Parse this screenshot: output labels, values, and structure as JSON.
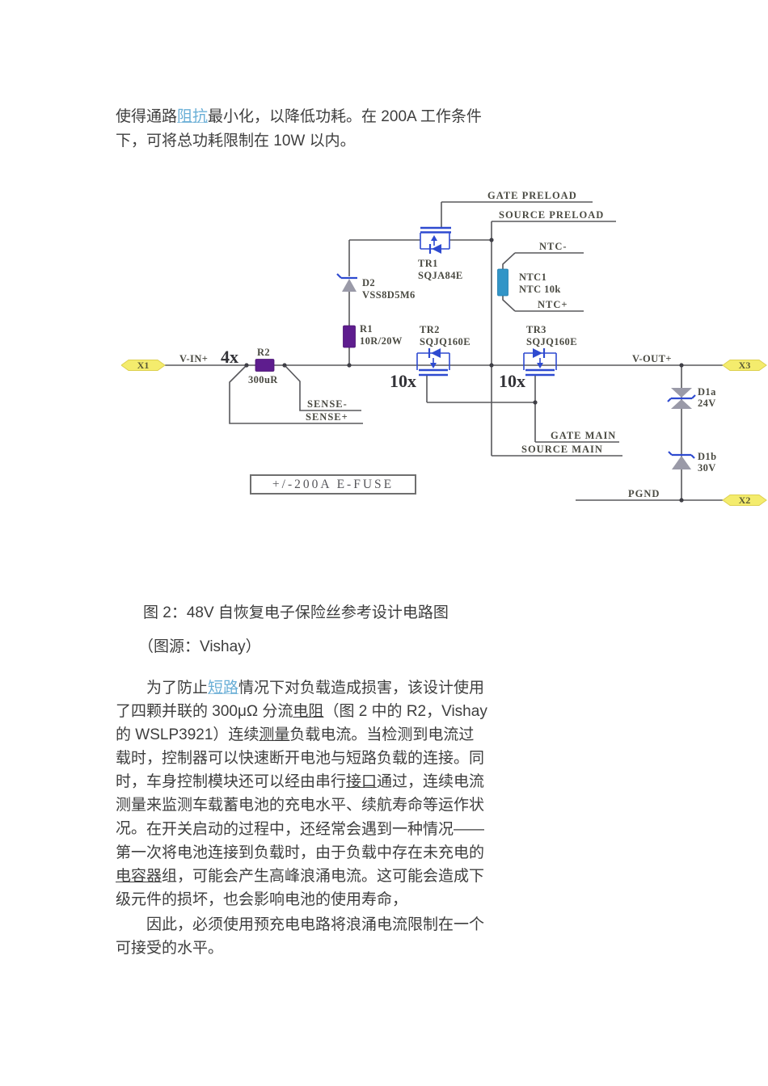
{
  "intro": {
    "segments": [
      {
        "t": "使得通路"
      },
      {
        "t": "阻抗",
        "style": "link"
      },
      {
        "t": "最小化，以降低功耗。在 200A 工作条件下，可将总功耗限制在 10W 以内。"
      }
    ]
  },
  "figure": {
    "caption": "图 2：48V 自恢复电子保险丝参考设计电路图",
    "credit": "（图源：Vishay）",
    "fuse_box_label": "+/-200A E-FUSE",
    "terminals": {
      "x1": "X1",
      "x2": "X2",
      "x3": "X3"
    },
    "signals": {
      "gate_preload": "GATE PRELOAD",
      "source_preload": "SOURCE PRELOAD",
      "ntc_minus": "NTC-",
      "ntc_plus": "NTC+",
      "v_in": "V-IN+",
      "v_out": "V-OUT+",
      "sense_minus": "SENSE-",
      "sense_plus": "SENSE+",
      "gate_main": "GATE MAIN",
      "source_main": "SOURCE MAIN",
      "pgnd": "PGND"
    },
    "components": {
      "tr1": {
        "ref": "TR1",
        "part": "SQJA84E"
      },
      "tr2": {
        "ref": "TR2",
        "part": "SQJQ160E",
        "mult": "10x"
      },
      "tr3": {
        "ref": "TR3",
        "part": "SQJQ160E",
        "mult": "10x"
      },
      "d2": {
        "ref": "D2",
        "part": "VSS8D5M6"
      },
      "r1": {
        "ref": "R1",
        "value": "10R/20W"
      },
      "r2": {
        "ref": "R2",
        "value": "300uR",
        "mult": "4x"
      },
      "ntc1": {
        "ref": "NTC1",
        "value": "NTC 10k"
      },
      "d1a": {
        "ref": "D1a",
        "value": "24V"
      },
      "d1b": {
        "ref": "D1b",
        "value": "30V"
      }
    },
    "colors": {
      "mosfet_blue": "#2e4ad0",
      "resistor_purple": "#5e1d8e",
      "ntc_teal": "#3295c7",
      "terminal_yellow": "#f4ec6d",
      "wire_gray": "#58585c",
      "diode_gray": "#9a9aa8",
      "label_gray": "#4a4a42"
    }
  },
  "paragraphs": {
    "p1": {
      "segments": [
        {
          "t": "为了防止"
        },
        {
          "t": "短路",
          "style": "link"
        },
        {
          "t": "情况下对负载造成损害，该设计使用了四颗并联的 300μΩ 分流"
        },
        {
          "t": "电阻",
          "style": "u"
        },
        {
          "t": "（图 2 中的 R2，Vishay 的 WSLP3921）连续"
        },
        {
          "t": "测量",
          "style": "u"
        },
        {
          "t": "负载电流。当检测到电流过载时，控制器可以快速断开电池与短路负载的连接。同时，车身控制模块还可以经由串行"
        },
        {
          "t": "接口",
          "style": "u"
        },
        {
          "t": "通过，连续电流测量来监测车载蓄电池的充电水平、续航寿命等运作状况。"
        }
      ]
    },
    "p2": {
      "segments": [
        {
          "t": "在开关启动的过程中，还经常会遇到一种情况——第一次将电池连接到负载时，由于负载中存在未充电的"
        },
        {
          "t": "电容器",
          "style": "u"
        },
        {
          "t": "组，可能会产生高峰浪涌电流。这可能会造成下级元件的损坏，也会影响电池的使用寿命，"
        }
      ]
    },
    "p3": {
      "segments": [
        {
          "t": "因此，必须使用预充电电路将浪涌电流限制在一个可接受的水平。"
        }
      ]
    }
  }
}
